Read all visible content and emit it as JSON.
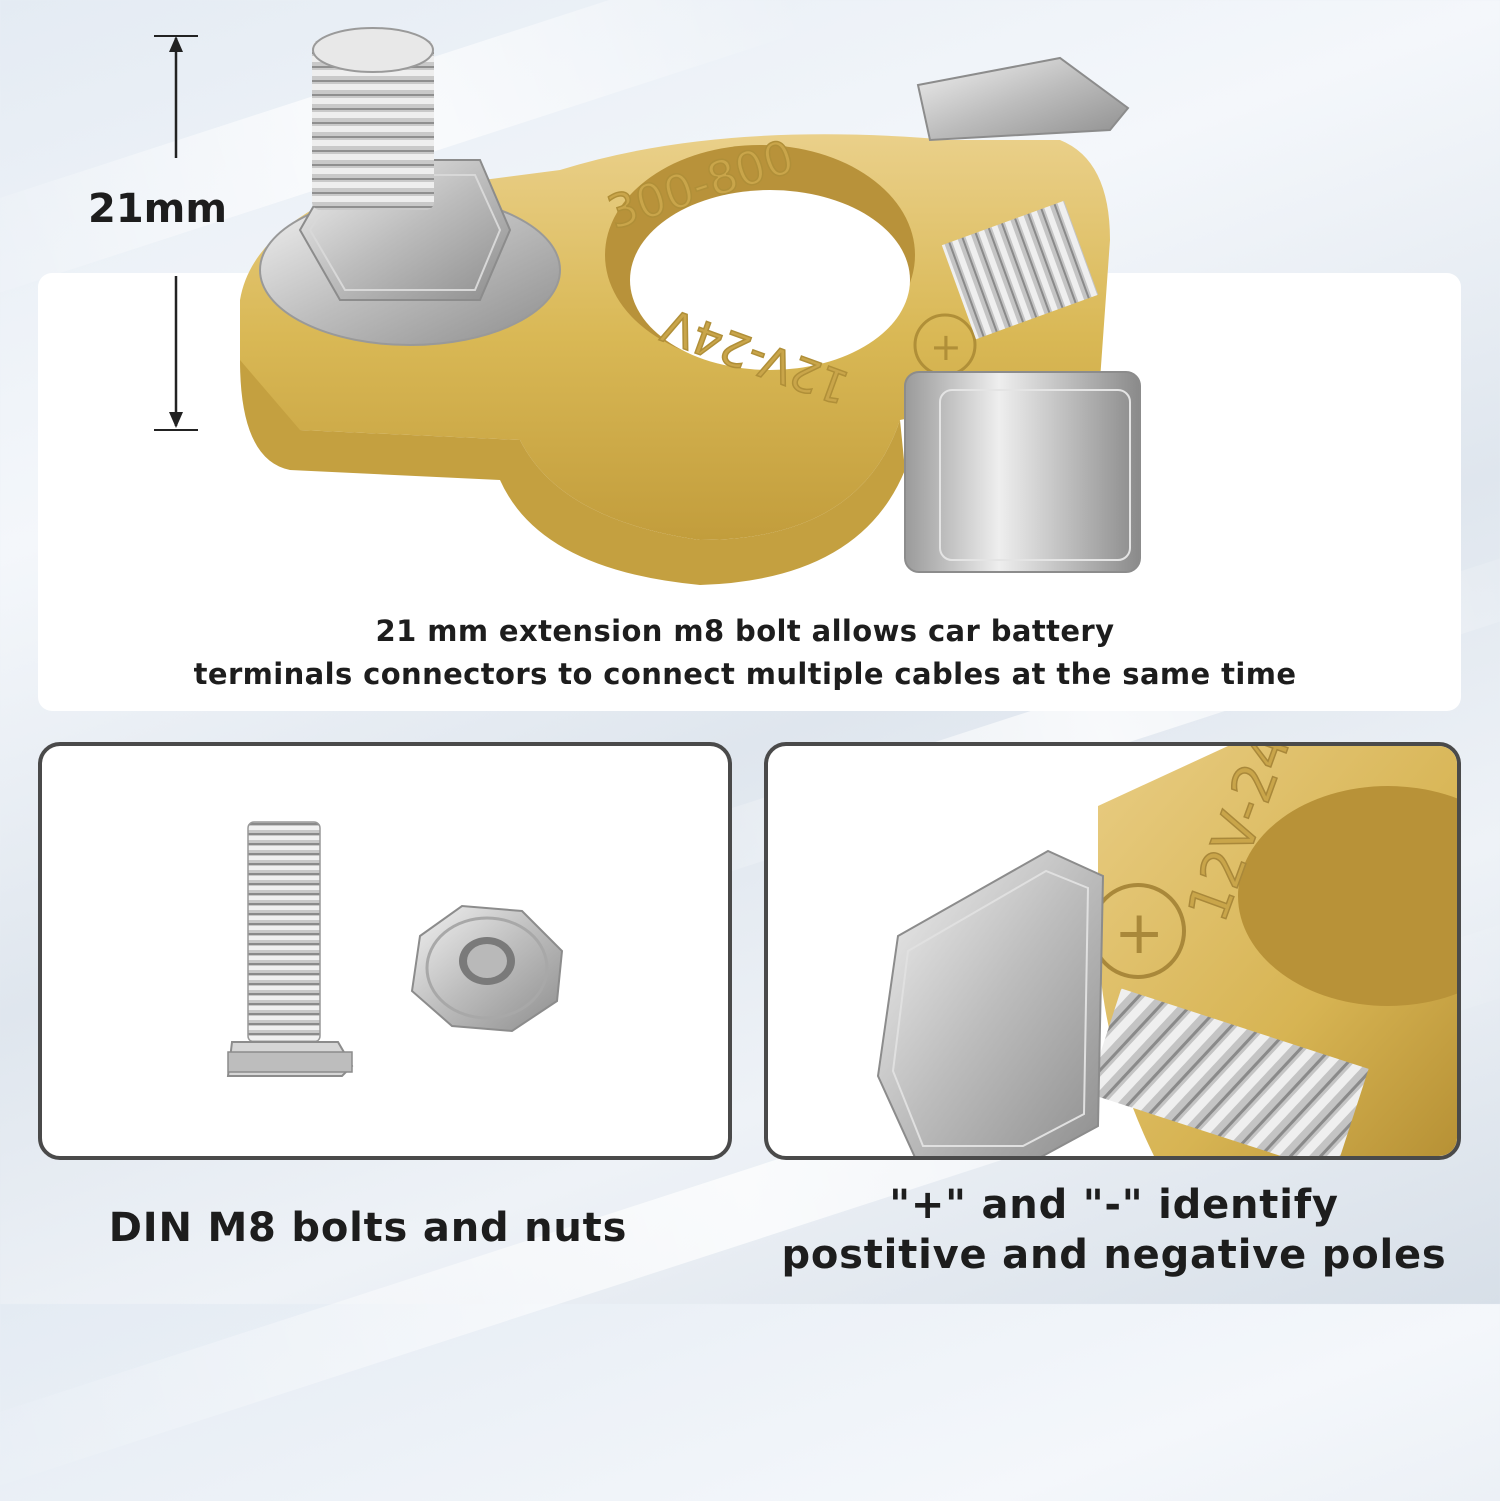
{
  "dimension": {
    "label": "21mm"
  },
  "top_caption": {
    "line1": "21 mm extension m8 bolt allows car battery",
    "line2": "terminals connectors to connect multiple cables at the same time"
  },
  "clamp_markings": {
    "current": "300-800",
    "voltage": "12V-24V",
    "polarity": "+",
    "closeup_voltage": "12V-24V"
  },
  "left_caption": "DIN M8 bolts and nuts",
  "right_caption": {
    "line1": "\"+\" and  \"-\"  identify",
    "line2": "postitive and negative poles"
  },
  "colors": {
    "brass": "#d9b855",
    "brass_dark": "#b89434",
    "steel": "#bcbcbc",
    "panel_border": "#4a4a4a",
    "text": "#1d1d1d"
  }
}
